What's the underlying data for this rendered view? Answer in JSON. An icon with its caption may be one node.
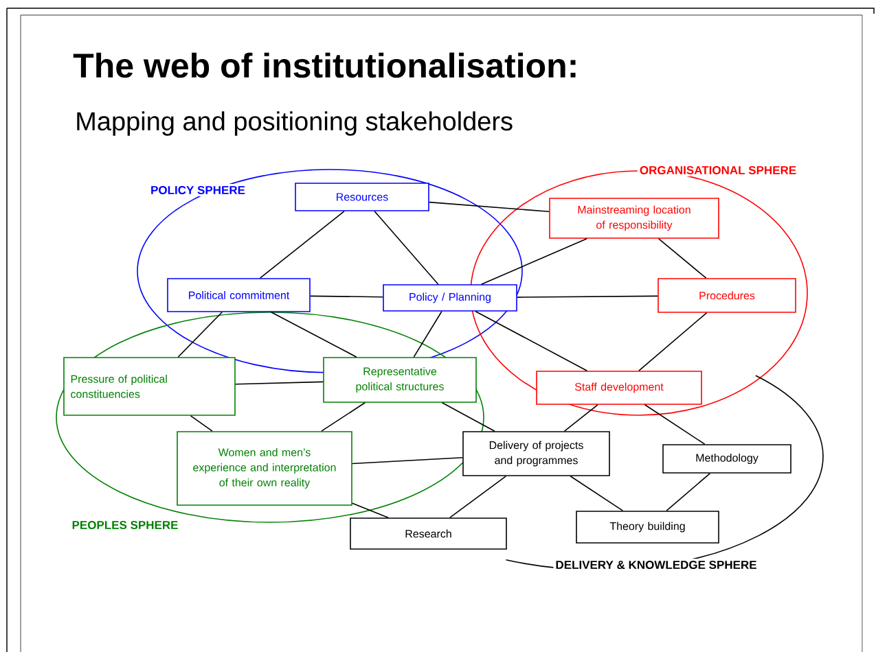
{
  "diagram": {
    "title": "The web of institutionalisation:",
    "nodes": [
      {
        "text": [
          "Resources"
        ]
      },
      {
        "text": [
          "Mainstreaming location of responsibility"
        ]
      },
      {
        "text": [
          "Political commitment"
        ]
      },
      {
        "text": [
          "Policy / Planning"
        ]
      },
      {
        "text": [
          "Procedures"
        ]
      },
      {
        "text": [
          "Pressure of political constituencies"
        ]
      },
      {
        "text": [
          "Representative political structures"
        ]
      },
      {
        "text": [
          "Staff development"
        ]
      },
      {
        "text": [
          "Women and men’s experience and interpretation of their own reality"
        ]
      },
      {
        "text": [
          "Delivery of projects and programmes"
        ]
      },
      {
        "text": [
          "Methodology"
        ]
      },
      {
        "text": [
          "Research"
        ]
      },
      {
        "text": [
          "Theory building"
        ]
      }
    ],
    "edges": [
      {
        "from": 0,
        "to": 2,
        "arrow": "none"
      },
      {
        "from": 0,
        "to": 3,
        "arrow": "none"
      },
      {
        "from": 0,
        "to": 1,
        "arrow": "none"
      },
      {
        "from": 1,
        "to": 3,
        "arrow": "none"
      },
      {
        "from": 1,
        "to": 4,
        "arrow": "none"
      },
      {
        "from": 2,
        "to": 3,
        "arrow": "none"
      },
      {
        "from": 3,
        "to": 4,
        "arrow": "none"
      },
      {
        "from": 2,
        "to": 5,
        "arrow": "none"
      },
      {
        "from": 2,
        "to": 6,
        "arrow": "none"
      },
      {
        "from": 3,
        "to": 6,
        "arrow": "none"
      },
      {
        "from": 3,
        "to": 7,
        "arrow": "none"
      },
      {
        "from": 4,
        "to": 7,
        "arrow": "none"
      },
      {
        "from": 5,
        "to": 6,
        "arrow": "none"
      },
      {
        "from": 5,
        "to": 8,
        "arrow": "none"
      },
      {
        "from": 6,
        "to": 8,
        "arrow": "none"
      },
      {
        "from": 6,
        "to": 9,
        "arrow": "none"
      },
      {
        "from": 8,
        "to": 9,
        "arrow": "none"
      },
      {
        "from": 8,
        "to": 11,
        "arrow": "none"
      },
      {
        "from": 7,
        "to": 9,
        "arrow": "none"
      },
      {
        "from": 7,
        "to": 10,
        "arrow": "none"
      },
      {
        "from": 9,
        "to": 11,
        "arrow": "none"
      },
      {
        "from": 9,
        "to": 12,
        "arrow": "none"
      },
      {
        "from": 10,
        "to": 12,
        "arrow": "none"
      }
    ],
    "labels": [
      "Mapping and positioning stakeholders",
      "POLICY SPHERE",
      "ORGANISATIONAL SPHERE",
      "PEOPLES SPHERE",
      "DELIVERY & KNOWLEDGE SPHERE"
    ]
  }
}
